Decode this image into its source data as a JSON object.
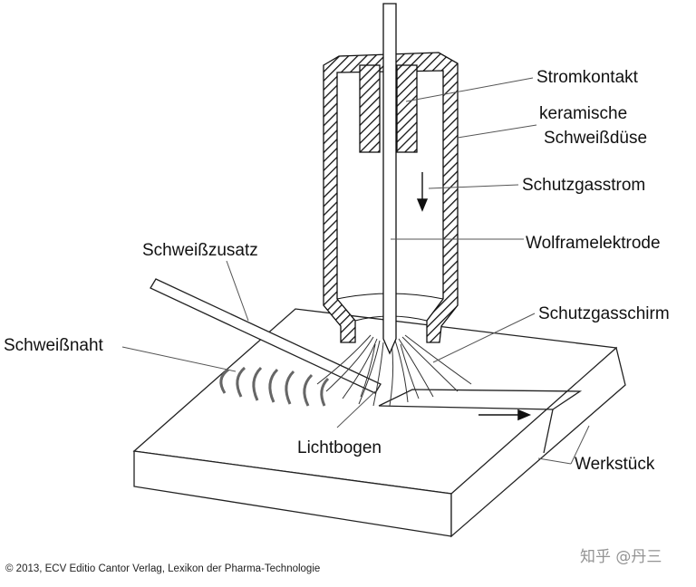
{
  "labels": {
    "stromkontakt": "Stromkontakt",
    "keramische_line1": "keramische",
    "keramische_line2": "Schweißdüse",
    "schutzgasstrom": "Schutzgasstrom",
    "wolframelektrode": "Wolframelektrode",
    "schweisszusatz": "Schweißzusatz",
    "schutzgasschirm": "Schutzgasschirm",
    "schweissnaht": "Schweißnaht",
    "lichtbogen": "Lichtbogen",
    "werkstueck": "Werkstück"
  },
  "copyright": "© 2013, ECV Editio Cantor Verlag, Lexikon der Pharma-Technologie",
  "watermark": "知乎 @丹三"
}
